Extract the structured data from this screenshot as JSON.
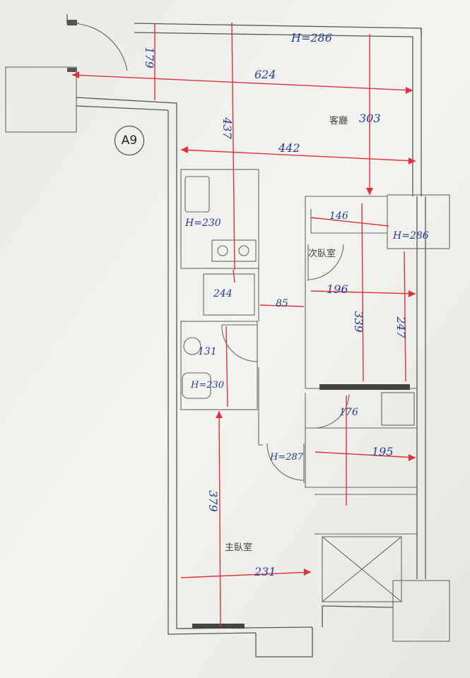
{
  "plan": {
    "tag": "A9",
    "rooms": {
      "living": "客廳",
      "second_bedroom": "次臥室",
      "master_bedroom": "主臥室"
    },
    "heights": {
      "living": "H=286",
      "kitchen": "H=230",
      "bay_window": "H=286",
      "bath": "H=230",
      "hall_door": "H=287"
    },
    "dimensions": {
      "d179": "179",
      "d624": "624",
      "d437": "437",
      "d442": "442",
      "d303": "303",
      "d146": "146",
      "d244": "244",
      "d85": "85",
      "d196": "196",
      "d339": "339",
      "d247": "247",
      "d131": "131",
      "d176": "176",
      "d195": "195",
      "d379": "379",
      "d231": "231"
    },
    "colors": {
      "paper": "#f2f2ef",
      "wall_line": "#555555",
      "dimension_red": "#e0303a",
      "ink_blue": "#1f3f9a"
    }
  }
}
